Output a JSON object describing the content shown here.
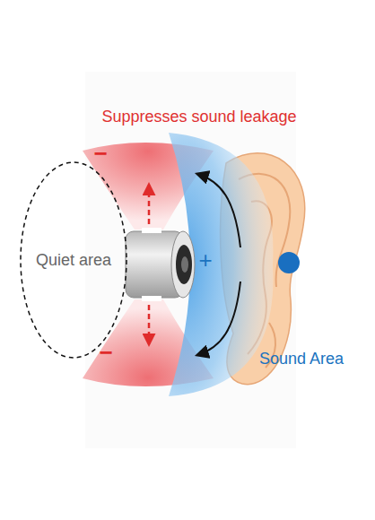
{
  "diagram": {
    "nodes": [
      {
        "text": [
          "Quiet area"
        ]
      }
    ],
    "labels": [
      "Suppresses sound leakage",
      "+",
      "Sound Area",
      "−",
      "−"
    ]
  }
}
